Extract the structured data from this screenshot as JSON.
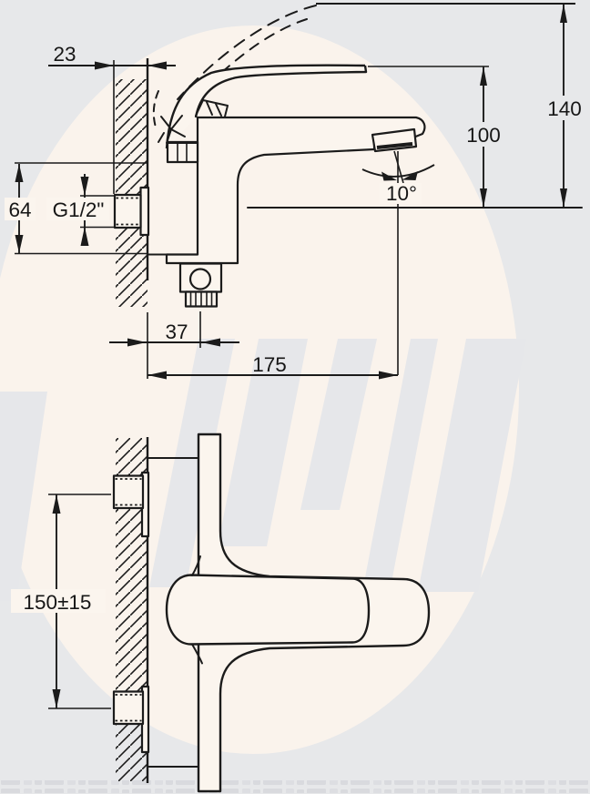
{
  "colors": {
    "background": "#e7e8ea",
    "watermark_circle": "#faf3ec",
    "ink": "#1b1b1b"
  },
  "dimensions": {
    "wall_clearance": "23",
    "inlet_height": "64",
    "thread_size": "G1/2\"",
    "spout_height": "100",
    "overall_height": "140",
    "spout_angle": "10°",
    "outlet_offset": "37",
    "spout_reach": "175",
    "inlet_spacing": "150±15"
  }
}
